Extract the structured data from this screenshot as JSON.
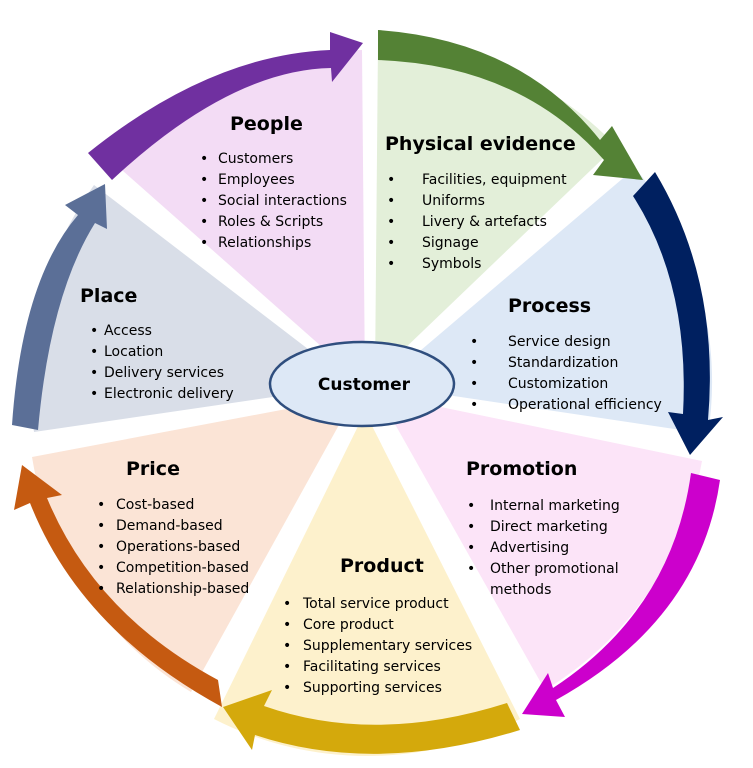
{
  "center": {
    "label": "Customer"
  },
  "segments": [
    {
      "id": "people",
      "title": "People",
      "fill": "#f3dcf5",
      "arrow_color": "#7030a0",
      "items": [
        "Customers",
        "Employees",
        "Social interactions",
        "Roles & Scripts",
        "Relationships"
      ]
    },
    {
      "id": "physical-evidence",
      "title": "Physical evidence",
      "fill": "#e3efd9",
      "arrow_color": "#548235",
      "items": [
        "Facilities, equipment",
        "Uniforms",
        "Livery & artefacts",
        "Signage",
        "Symbols"
      ]
    },
    {
      "id": "process",
      "title": "Process",
      "fill": "#dde8f6",
      "arrow_color": "#002060",
      "items": [
        "Service design",
        "Standardization",
        "Customization",
        "Operational efficiency"
      ]
    },
    {
      "id": "promotion",
      "title": "Promotion",
      "fill": "#fce4f8",
      "arrow_color": "#cc00cc",
      "items": [
        "Internal marketing",
        "Direct marketing",
        "Advertising",
        "Other promotional methods"
      ]
    },
    {
      "id": "product",
      "title": "Product",
      "fill": "#fdf1cc",
      "arrow_color": "#d4a90c",
      "items": [
        "Total service product",
        "Core product",
        "Supplementary services",
        "Facilitating services",
        "Supporting services"
      ]
    },
    {
      "id": "price",
      "title": "Price",
      "fill": "#fbe4d6",
      "arrow_color": "#c55a11",
      "items": [
        "Cost-based",
        "Demand-based",
        "Operations-based",
        "Competition-based",
        "Relationship-based"
      ]
    },
    {
      "id": "place",
      "title": "Place",
      "fill": "#d9dee8",
      "arrow_color": "#5b6f97",
      "items": [
        "Access",
        "Location",
        "Delivery services",
        "Electronic delivery"
      ]
    }
  ]
}
